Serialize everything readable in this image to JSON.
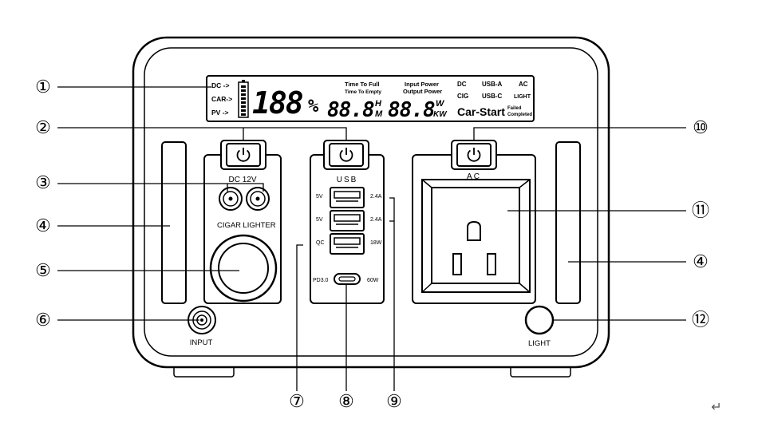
{
  "device": {
    "lcd": {
      "source_dc": "DC ->",
      "source_car": "CAR->",
      "source_pv": "PV ->",
      "percent_digits": "188",
      "percent_unit": "%",
      "time_to_full": "Time To Full",
      "time_to_empty": "Time To Empty",
      "time_digits": "88.8",
      "time_unit_h": "H",
      "time_unit_m": "M",
      "input_power": "Input Power",
      "output_power": "Output Power",
      "power_digits": "88.8",
      "power_unit_w": "W",
      "power_unit_kw": "KW",
      "ind_dc": "DC",
      "ind_usb_a": "USB-A",
      "ind_ac": "AC",
      "ind_cig": "CIG",
      "ind_usb_c": "USB-C",
      "ind_light": "LIGHT",
      "car_start": "Car-Start",
      "failed": "Failed",
      "completed": "Completed"
    },
    "dc_panel": {
      "label": "DC  12V",
      "cigar": "CIGAR",
      "lighter": "LIGHTER"
    },
    "usb_panel": {
      "title": "USB",
      "port1_left": "5V",
      "port1_right": "2.4A",
      "port2_left": "5V",
      "port2_right": "2.4A",
      "port3_left": "QC",
      "port3_right": "18W",
      "typec_left": "PD3.0",
      "typec_right": "60W"
    },
    "ac_panel": {
      "title": "AC"
    },
    "input_label": "INPUT",
    "light_label": "LIGHT"
  },
  "callouts": {
    "c1": "①",
    "c2": "②",
    "c3": "③",
    "c4_left": "④",
    "c5": "⑤",
    "c6": "⑥",
    "c7": "⑦",
    "c8": "⑧",
    "c9": "⑨",
    "c10": "⑩",
    "c11": "⑪",
    "c4_right": "④",
    "c12": "⑫"
  },
  "return_glyph": "↵"
}
